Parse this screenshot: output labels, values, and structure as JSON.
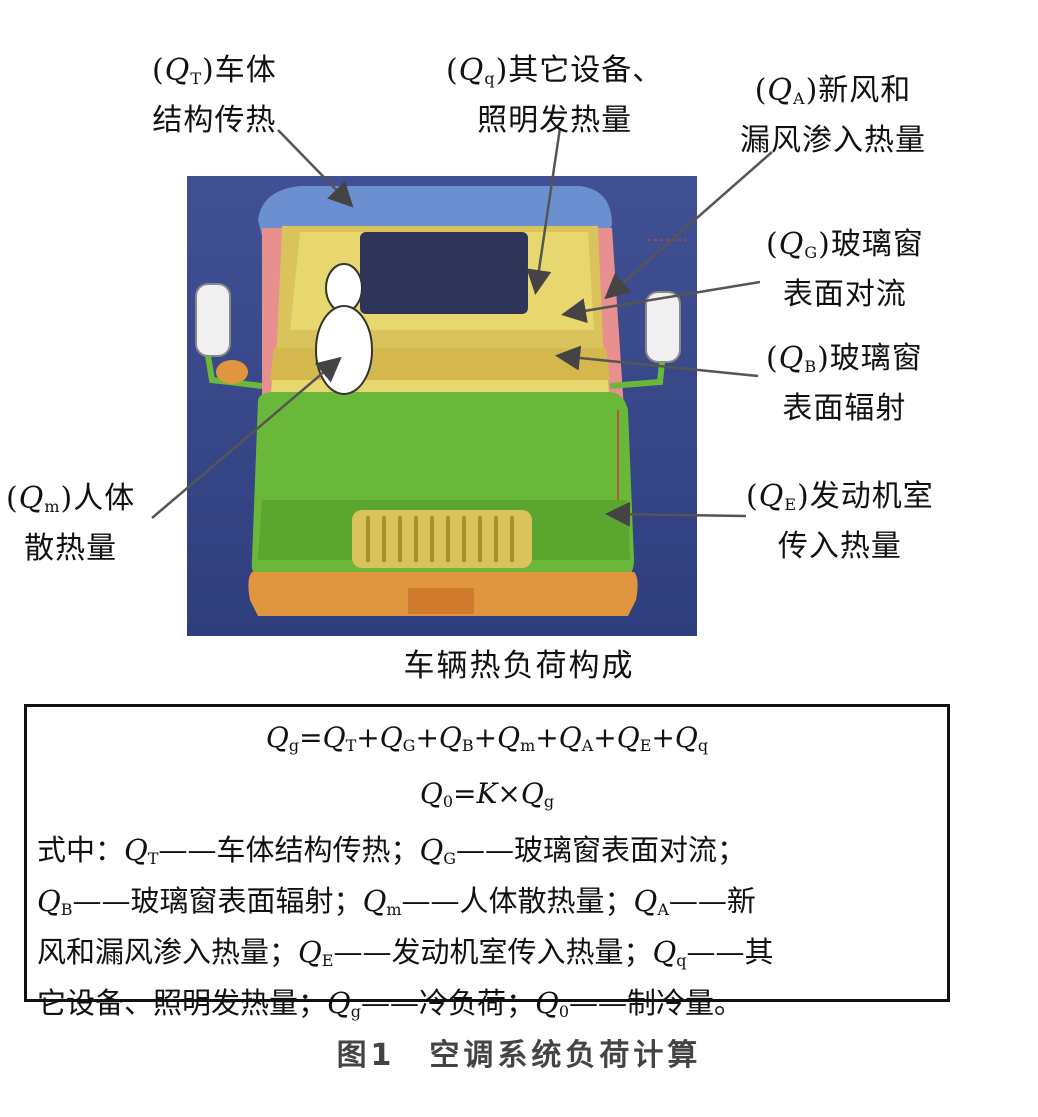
{
  "labels": {
    "QT": {
      "sym": "Q",
      "sub": "T",
      "line1": ")车体",
      "line2": "结构传热"
    },
    "Qq": {
      "sym": "Q",
      "sub": "q",
      "line1": ")其它设备、",
      "line2": "照明发热量"
    },
    "QA": {
      "sym": "Q",
      "sub": "A",
      "line1": ")新风和",
      "line2": "漏风渗入热量"
    },
    "QG": {
      "sym": "Q",
      "sub": "G",
      "line1": ")玻璃窗",
      "line2": "表面对流"
    },
    "QB": {
      "sym": "Q",
      "sub": "B",
      "line1": ")玻璃窗",
      "line2": "表面辐射"
    },
    "Qm": {
      "sym": "Q",
      "sub": "m",
      "line1": ")人体",
      "line2": "散热量"
    },
    "QE": {
      "sym": "Q",
      "sub": "E",
      "line1": ")发动机室",
      "line2": "传入热量"
    }
  },
  "diagram_caption": "车辆热负荷构成",
  "formula1": {
    "lhs": "Q",
    "lhs_sub": "g",
    "eq": "=",
    "terms": [
      {
        "sym": "Q",
        "sub": "T",
        "op": ""
      },
      {
        "sym": "Q",
        "sub": "G",
        "op": "+"
      },
      {
        "sym": "Q",
        "sub": "B",
        "op": "+"
      },
      {
        "sym": "Q",
        "sub": "m",
        "op": "+"
      },
      {
        "sym": "Q",
        "sub": "A",
        "op": "+"
      },
      {
        "sym": "Q",
        "sub": "E",
        "op": "+"
      },
      {
        "sym": "Q",
        "sub": "q",
        "op": "+"
      }
    ]
  },
  "formula2": {
    "lhs": "Q",
    "lhs_sub": "0",
    "eq": "=",
    "k": "K",
    "times": "×",
    "rhs": "Q",
    "rhs_sub": "g"
  },
  "legend": {
    "prefix": "式中：",
    "dash": "——",
    "items": [
      {
        "sym": "Q",
        "sub": "T",
        "text": "车体结构传热；"
      },
      {
        "sym": "Q",
        "sub": "G",
        "text": "玻璃窗表面对流；"
      },
      {
        "sym": "Q",
        "sub": "B",
        "text": "玻璃窗表面辐射；"
      },
      {
        "sym": "Q",
        "sub": "m",
        "text": "人体散热量；"
      },
      {
        "sym": "Q",
        "sub": "A",
        "text": "新"
      },
      {
        "sym": "",
        "sub": "",
        "text": "风和漏风渗入热量；"
      },
      {
        "sym": "Q",
        "sub": "E",
        "text": "发动机室传入热量；"
      },
      {
        "sym": "Q",
        "sub": "q",
        "text": "其"
      },
      {
        "sym": "",
        "sub": "",
        "text": "它设备、照明发热量；"
      },
      {
        "sym": "Q",
        "sub": "g",
        "text": "冷负荷；"
      },
      {
        "sym": "Q",
        "sub": "0",
        "text": "制冷量。"
      }
    ]
  },
  "figure_caption": "图1　空调系统负荷计算",
  "colors": {
    "background": "#3a4a8c",
    "roof": "#6b8fd0",
    "pillar": "#e88f8f",
    "cabin": "#d9c35a",
    "cabin_light": "#e8d66e",
    "body_green": "#6ab83a",
    "bumper": "#e0963e",
    "window": "#2e3558",
    "mirror": "#f0f0f0",
    "arrow": "#555555"
  }
}
